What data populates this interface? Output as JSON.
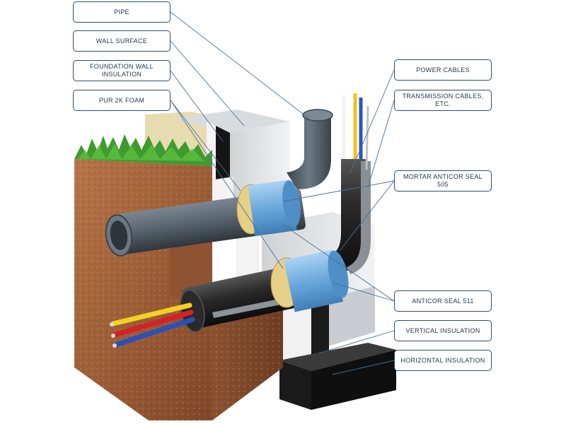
{
  "labels": {
    "pipe": "PIPE",
    "wall_surface": "WALL SURFACE",
    "foundation_wall_insulation": "FOUNDATION WALL INSULATION",
    "pur_foam": "PUR 2K FOAM",
    "power_cables": "POWER CABLES",
    "transmission_cables": "TRANSMISSION CABLES, ETC.",
    "mortar_seal": "MORTAR ANTICOR SEAL 505",
    "anticor_seal": "ANTICOR SEAL 511",
    "vertical_insulation": "VERTICAL INSULATION",
    "horizontal_insulation": "HORIZONTAL INSULATION"
  },
  "colors": {
    "callout_border": "#2f4f6f",
    "leader_line": "#4a6f95",
    "soil": "#a9683f",
    "grass": "#3f9b2f",
    "concrete": "#e6e8ea",
    "insulation_black": "#1c1c1c",
    "seal_blue": "#7fb6e6",
    "foam_yellow": "#e8d28a",
    "pipe_grey": "#5a6670"
  }
}
